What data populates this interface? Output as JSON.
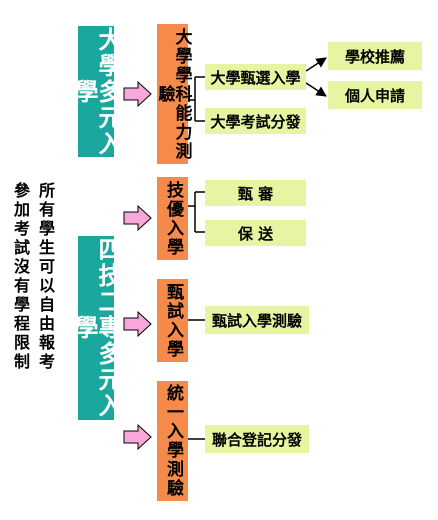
{
  "left_note": {
    "line1": "所有學生可以自由報考",
    "line2": "參加考試沒有學程限制"
  },
  "group_university": {
    "title": "大學多元入學",
    "method": "大學學科能力測驗",
    "branch_selection": "大學甄選入學",
    "branch_exam": "大學考試分發",
    "sub_recommend": "學校推薦",
    "sub_personal": "個人申請"
  },
  "group_technical": {
    "title": "四技二專多元入學",
    "excellence": {
      "label": "技優入學",
      "option_1": "甄 審",
      "option_2": "保 送"
    },
    "screening": {
      "label": "甄試入學",
      "option": "甄試入學測驗"
    },
    "unified": {
      "label": "統一入學測驗",
      "option": "聯合登記分發"
    }
  },
  "colors": {
    "teal": "#1aa89e",
    "orange": "#f58a4b",
    "lime": "#e6f5a1",
    "arrow_pink": "#f7a8d8"
  }
}
